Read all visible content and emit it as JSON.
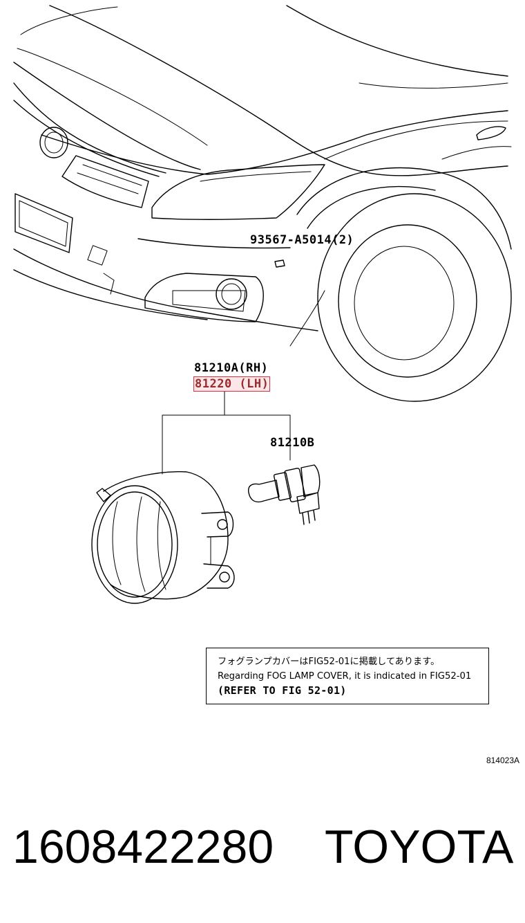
{
  "callouts": {
    "bolt": "93567-A5014(2)",
    "lamp_rh": "81210A(RH)",
    "lamp_lh": "81220 (LH)",
    "bulb": "81210B"
  },
  "note": {
    "line_jp": "フォグランプカバーはFIG52-01に掲載してあります。",
    "line_en": "Regarding FOG LAMP COVER, it is indicated in FIG52-01",
    "line_ref": "(REFER TO FIG 52-01)"
  },
  "illustration_code": "814023A",
  "footer": {
    "part_number": "1608422280",
    "brand": "TOYOTA"
  },
  "colors": {
    "highlight_border": "#d9313b",
    "highlight_fill": "#f07882",
    "line": "#000000"
  }
}
